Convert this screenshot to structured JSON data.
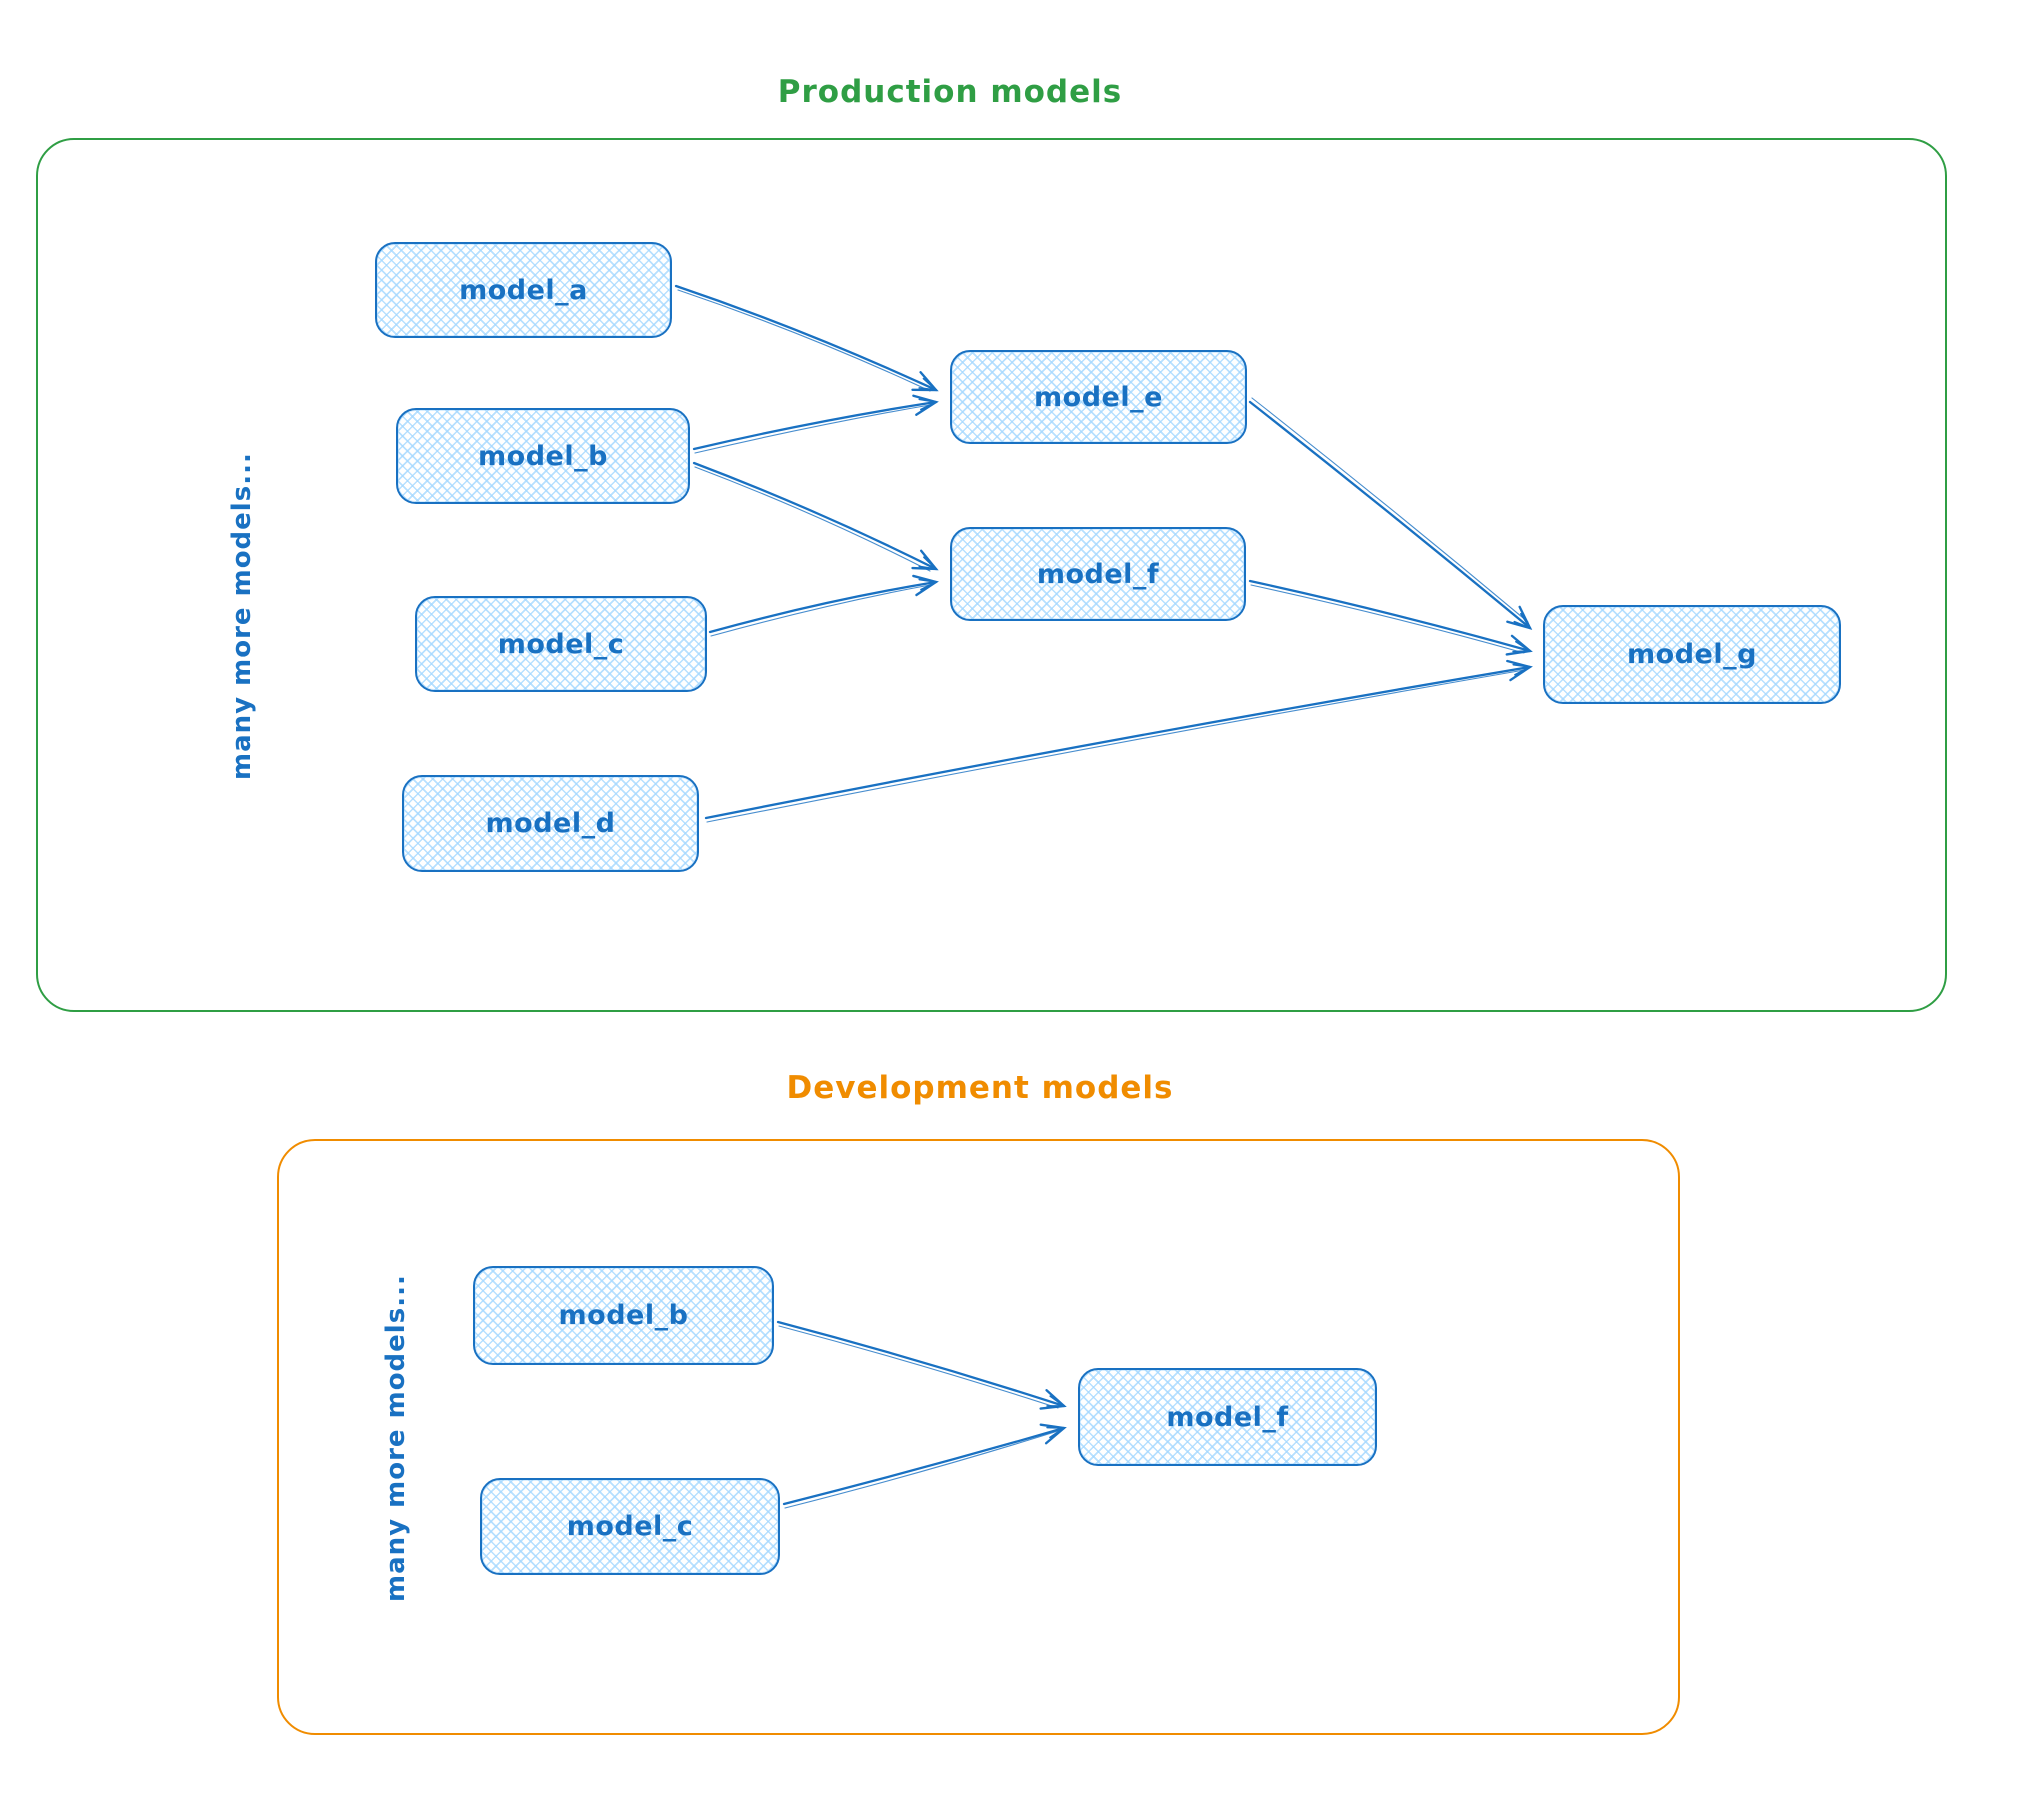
{
  "production": {
    "title": "Production models",
    "side_label": "many more models...",
    "nodes": [
      {
        "id": "model_a",
        "label": "model_a"
      },
      {
        "id": "model_b",
        "label": "model_b"
      },
      {
        "id": "model_c",
        "label": "model_c"
      },
      {
        "id": "model_d",
        "label": "model_d"
      },
      {
        "id": "model_e",
        "label": "model_e"
      },
      {
        "id": "model_f",
        "label": "model_f"
      },
      {
        "id": "model_g",
        "label": "model_g"
      }
    ],
    "edges": [
      {
        "from": "model_a",
        "to": "model_e"
      },
      {
        "from": "model_b",
        "to": "model_e"
      },
      {
        "from": "model_b",
        "to": "model_f"
      },
      {
        "from": "model_c",
        "to": "model_f"
      },
      {
        "from": "model_e",
        "to": "model_g"
      },
      {
        "from": "model_f",
        "to": "model_g"
      },
      {
        "from": "model_d",
        "to": "model_g"
      }
    ]
  },
  "development": {
    "title": "Development models",
    "side_label": "many more models...",
    "nodes": [
      {
        "id": "model_b",
        "label": "model_b"
      },
      {
        "id": "model_c",
        "label": "model_c"
      },
      {
        "id": "model_f",
        "label": "model_f"
      }
    ],
    "edges": [
      {
        "from": "model_b",
        "to": "model_f"
      },
      {
        "from": "model_c",
        "to": "model_f"
      }
    ]
  },
  "colors": {
    "node_stroke": "#1971c2",
    "node_fill": "#a5d8ff",
    "node_text": "#1971c2",
    "arrow": "#1971c2",
    "production_frame": "#2f9e44",
    "production_title": "#2f9e44",
    "development_frame": "#f08c00",
    "development_title": "#f08c00",
    "canvas_background": "#ffffff"
  }
}
